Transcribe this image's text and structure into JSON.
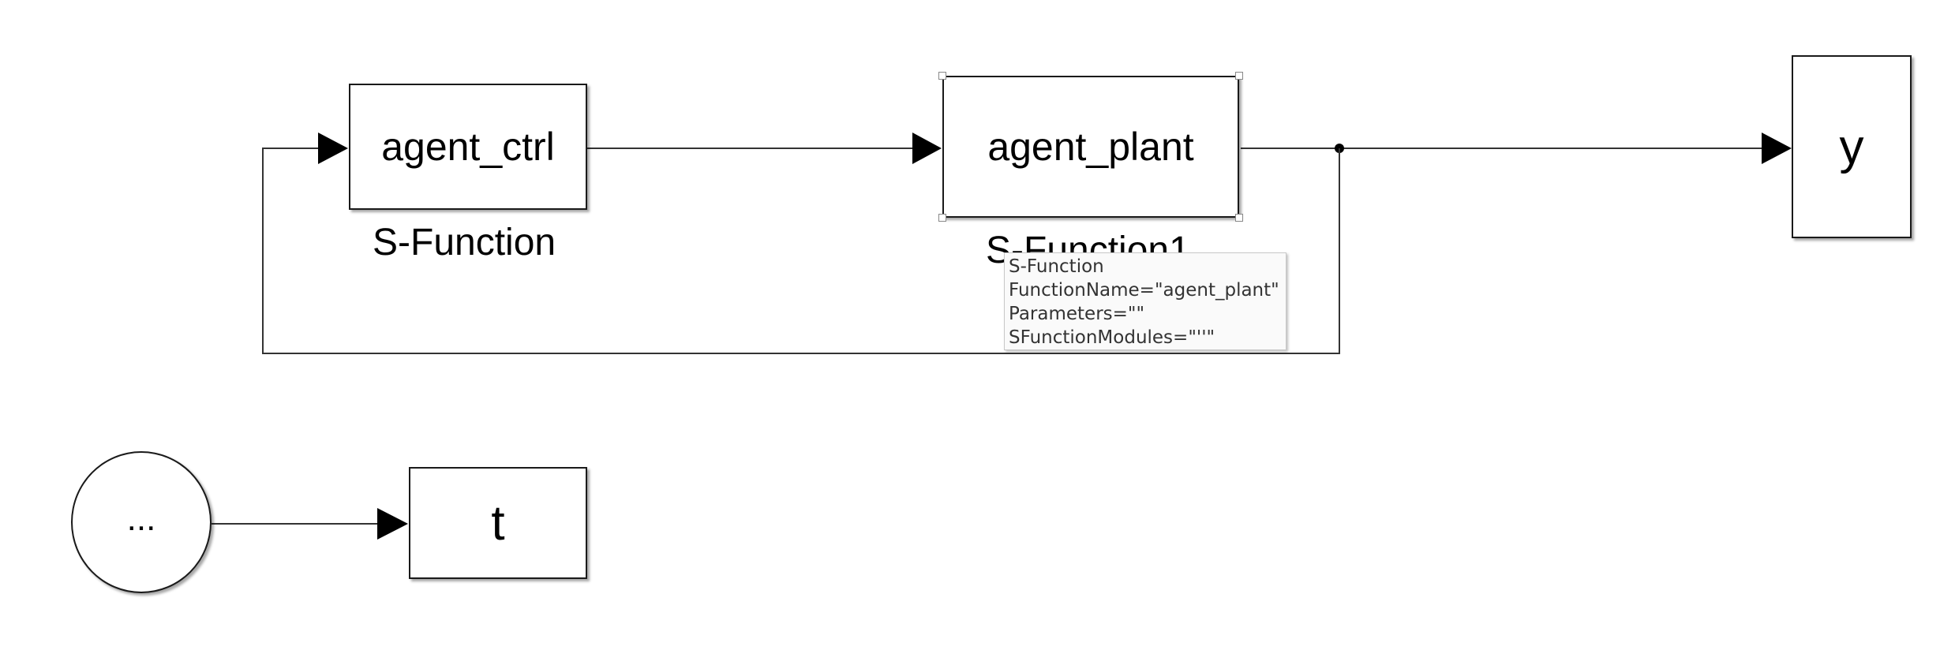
{
  "blocks": {
    "agent_ctrl": {
      "label": "agent_ctrl",
      "caption": "S-Function"
    },
    "agent_plant": {
      "label": "agent_plant",
      "caption": "S-Function1"
    },
    "y": {
      "label": "y"
    },
    "t": {
      "label": "t"
    },
    "clock": {
      "label": "..."
    }
  },
  "tooltip": {
    "lines": [
      "S-Function",
      "FunctionName=\"agent_plant\"",
      "Parameters=\"\"",
      "SFunctionModules=\"''\""
    ]
  },
  "colors": {
    "line": "#333333",
    "block_border": "#1a1a1a",
    "background": "#ffffff"
  }
}
